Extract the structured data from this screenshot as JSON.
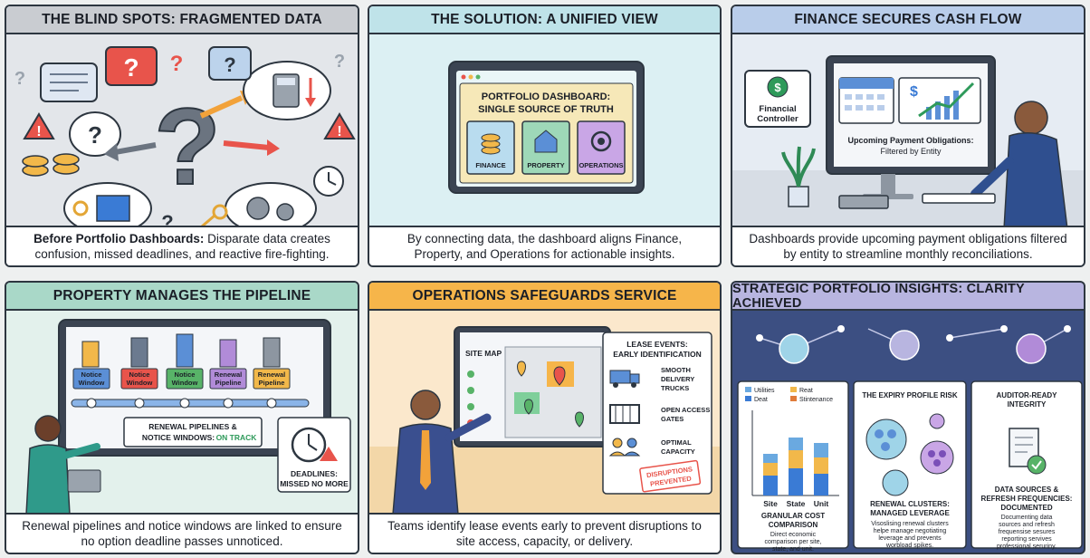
{
  "panels": [
    {
      "title": "THE BLIND SPOTS: FRAGMENTED DATA",
      "caption_bold": "Before Portfolio Dashboards:",
      "caption": " Disparate data creates confusion, missed deadlines, and reactive fire-fighting."
    },
    {
      "title": "THE SOLUTION: A UNIFIED VIEW",
      "caption": "By connecting data, the dashboard aligns Finance, Property, and Operations for actionable insights.",
      "dashboard": {
        "title_line1": "PORTFOLIO DASHBOARD:",
        "title_line2": "SINGLE SOURCE OF TRUTH",
        "tiles": [
          "FINANCE",
          "PROPERTY",
          "OPERATIONS"
        ]
      }
    },
    {
      "title": "FINANCE SECURES CASH FLOW",
      "caption": "Dashboards provide upcoming payment obligations filtered by entity to streamline monthly reconciliations.",
      "controller_line1": "Financial",
      "controller_line2": "Controller",
      "screen_line1": "Upcoming Payment Obligations:",
      "screen_line2": "Filtered by Entity"
    },
    {
      "title": "PROPERTY MANAGES THE PIPELINE",
      "caption": "Renewal pipelines and notice windows are linked to ensure no option deadline passes unnoticed.",
      "stages": [
        [
          "Notice",
          "Window"
        ],
        [
          "Notice",
          "Window"
        ],
        [
          "Notice",
          "Window"
        ],
        [
          "Renewal",
          "Pipeline"
        ],
        [
          "Renewal",
          "Pipeline"
        ]
      ],
      "track_line1": "RENEWAL PIPELINES &",
      "track_line2": "NOTICE WINDOWS:",
      "track_status": "ON TRACK",
      "deadline_line1": "DEADLINES:",
      "deadline_line2": "MISSED NO MORE"
    },
    {
      "title": "OPERATIONS SAFEGUARDS SERVICE",
      "caption": "Teams identify lease events early to prevent disruptions to site access, capacity, or delivery.",
      "site_map": "SITE MAP",
      "events_line1": "LEASE EVENTS:",
      "events_line2": "EARLY IDENTIFICATION",
      "events": [
        [
          "SMOOTH",
          "DELIVERY",
          "TRUCKS"
        ],
        [
          "OPEN ACCESS",
          "GATES"
        ],
        [
          "OPTIMAL",
          "CAPACITY"
        ]
      ],
      "stamp_line1": "DISRUPTIONS",
      "stamp_line2": "PREVENTED"
    },
    {
      "title": "STRATEGIC PORTFOLIO INSIGHTS: CLARITY ACHIEVED",
      "legend": [
        "Utilities",
        "Reat",
        "Deat",
        "Stintenance"
      ],
      "bar_labels": [
        "Site",
        "State",
        "Unit"
      ],
      "cards": [
        {
          "title": [
            "GRANULAR COST",
            "COMPARISON"
          ],
          "text": [
            "Direct economic",
            "comparison per site,",
            "state, and unit."
          ]
        },
        {
          "head": "THE EXPIRY PROFILE RISK",
          "title": [
            "RENEWAL CLUSTERS:",
            "MANAGED LEVERAGE"
          ],
          "text": [
            "Visoslising renewal clusters",
            "helpe manage negotiating",
            "leverage and prevents",
            "worbload spikes."
          ]
        },
        {
          "head": [
            "AUDITOR-READY",
            "INTEGRITY"
          ],
          "title": [
            "DATA SOURCES &",
            "REFRESH FREQUENCIES:",
            "DOCUMENTED"
          ],
          "text": [
            "Documenting data",
            "sources and refresh",
            "frequensise sesures",
            "reporting servives",
            "professional seruriny."
          ]
        }
      ]
    }
  ],
  "colors": {
    "header1": "#c9ccd1",
    "header2": "#bfe3e9",
    "header3": "#b9cdea",
    "header4": "#a9d8c8",
    "header5": "#f6b54a",
    "header6": "#b8b5e0"
  }
}
